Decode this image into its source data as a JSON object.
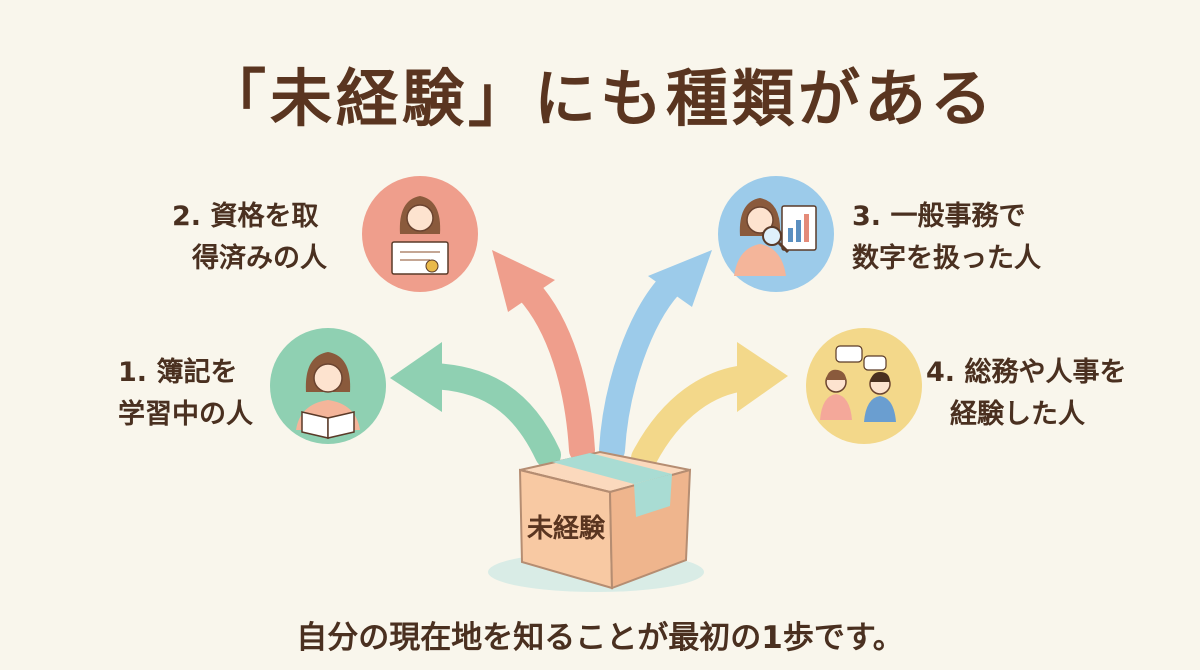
{
  "title": "「未経験」にも種類がある",
  "box_label": "未経験",
  "footer": "自分の現在地を知ることが最初の1歩です。",
  "categories": [
    {
      "line1": "1. 簿記を",
      "line2": "学習中の人",
      "color": "#8fd0b2",
      "icon": "woman-reading-book-icon"
    },
    {
      "line1": "2. 資格を取",
      "line2": "得済みの人",
      "color": "#ef9e8c",
      "icon": "woman-holding-certificate-icon"
    },
    {
      "line1": "3. 一般事務で",
      "line2": "数字を扱った人",
      "color": "#9ccbea",
      "icon": "woman-analyzing-chart-icon"
    },
    {
      "line1": "4. 総務や人事を",
      "line2": "経験した人",
      "color": "#f3d88a",
      "icon": "two-people-talking-icon"
    }
  ],
  "colors": {
    "background": "#f9f6ec",
    "text": "#5a3520",
    "box": "#f6c9a4",
    "tape": "#a9dcd3"
  }
}
